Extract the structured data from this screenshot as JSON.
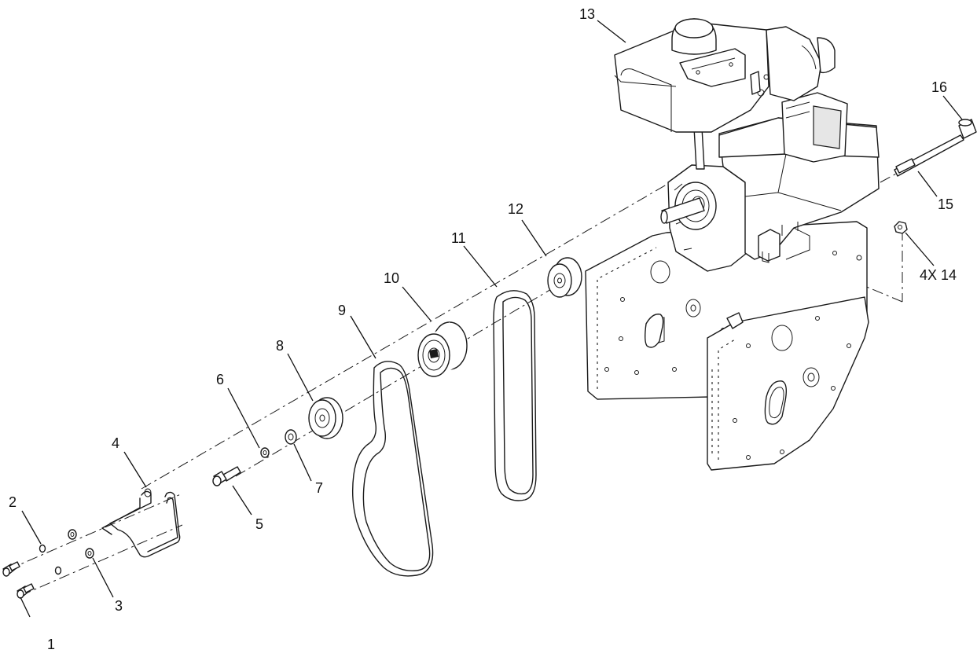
{
  "callouts": [
    {
      "id": "1",
      "label": "1"
    },
    {
      "id": "2",
      "label": "2"
    },
    {
      "id": "3",
      "label": "3"
    },
    {
      "id": "4",
      "label": "4"
    },
    {
      "id": "5",
      "label": "5"
    },
    {
      "id": "6",
      "label": "6"
    },
    {
      "id": "7",
      "label": "7"
    },
    {
      "id": "8",
      "label": "8"
    },
    {
      "id": "9",
      "label": "9"
    },
    {
      "id": "10",
      "label": "10"
    },
    {
      "id": "11",
      "label": "11"
    },
    {
      "id": "12",
      "label": "12"
    },
    {
      "id": "13",
      "label": "13"
    },
    {
      "id": "14",
      "label": "4X 14"
    },
    {
      "id": "15",
      "label": "15"
    },
    {
      "id": "16",
      "label": "16"
    }
  ]
}
